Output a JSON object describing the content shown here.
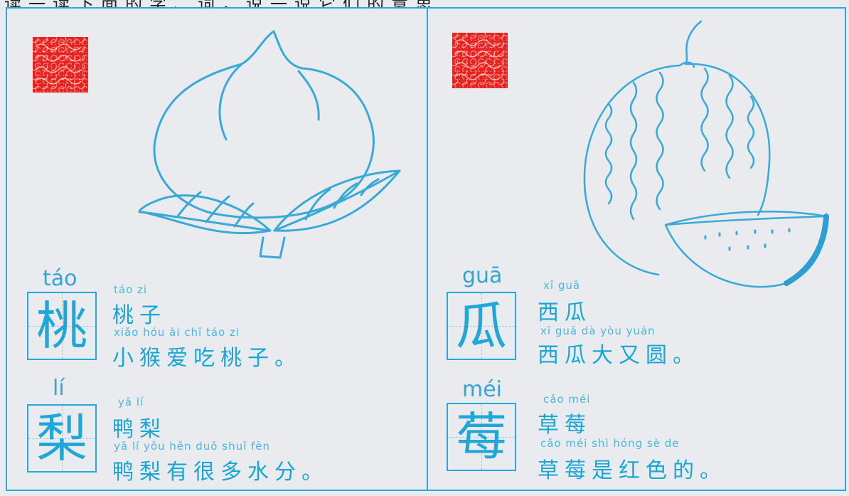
{
  "header": {
    "partial_text": "读一读下面的字、词，说一说它们的意思"
  },
  "left_panel": {
    "entries": [
      {
        "char": "桃",
        "pinyin": "táo",
        "word_pinyin": "táo zi",
        "word": "桃子",
        "sentence_pinyin": "xiǎo hóu ài chī táo zi",
        "sentence": "小猴爱吃桃子。"
      },
      {
        "char": "梨",
        "pinyin": "lí",
        "word_pinyin": "yā lí",
        "word": "鸭梨",
        "sentence_pinyin": "yā lí yǒu hěn duō shuǐ fèn",
        "sentence": "鸭梨有很多水分。"
      }
    ]
  },
  "right_panel": {
    "entries": [
      {
        "char": "瓜",
        "pinyin": "guā",
        "word_pinyin": "xī guā",
        "word": "西瓜",
        "sentence_pinyin": "xī guā dà yòu yuán",
        "sentence": "西瓜大又圆。"
      },
      {
        "char": "莓",
        "pinyin": "méi",
        "word_pinyin": "cǎo méi",
        "word": "草莓",
        "sentence_pinyin": "cǎo méi shì hóng sè de",
        "sentence": "草莓是红色的。"
      }
    ]
  },
  "colors": {
    "line": "#2aa7d9",
    "seal": "#e8231f",
    "background": "#e9ebee"
  },
  "icons": [
    "seal-stamp-icon",
    "peach-illustration",
    "watermelon-illustration"
  ]
}
